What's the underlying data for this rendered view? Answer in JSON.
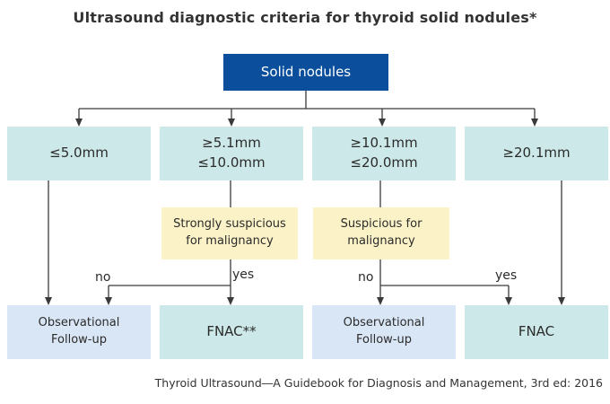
{
  "title": "Ultrasound diagnostic criteria for thyroid solid nodules*",
  "root": "Solid nodules",
  "categories": [
    {
      "line1": "≤5.0mm",
      "line2": ""
    },
    {
      "line1": "≥5.1mm",
      "line2": "≤10.0mm"
    },
    {
      "line1": "≥10.1mm",
      "line2": "≤20.0mm"
    },
    {
      "line1": "≥20.1mm",
      "line2": ""
    }
  ],
  "flags": [
    {
      "line1": "Strongly suspicious",
      "line2": "for malignancy"
    },
    {
      "line1": "Suspicious for",
      "line2": "malignancy"
    }
  ],
  "outcomes": [
    {
      "line1": "Observational",
      "line2": "Follow-up"
    },
    {
      "line1": "FNAC**",
      "line2": ""
    },
    {
      "line1": "Observational",
      "line2": "Follow-up"
    },
    {
      "line1": "FNAC",
      "line2": ""
    }
  ],
  "branch_labels": {
    "no_left": "no",
    "yes_left": "yes",
    "no_right": "no",
    "yes_right": "yes"
  },
  "source": "Thyroid Ultrasound―A Guidebook for Diagnosis and Management, 3rd ed: 2016",
  "colors": {
    "root_fill": "#0b4f9c",
    "category_fill": "#cde8e8",
    "flag_fill": "#fbf2c7",
    "observational_fill": "#d9e6f5",
    "fnac_fill": "#cde8e8"
  }
}
